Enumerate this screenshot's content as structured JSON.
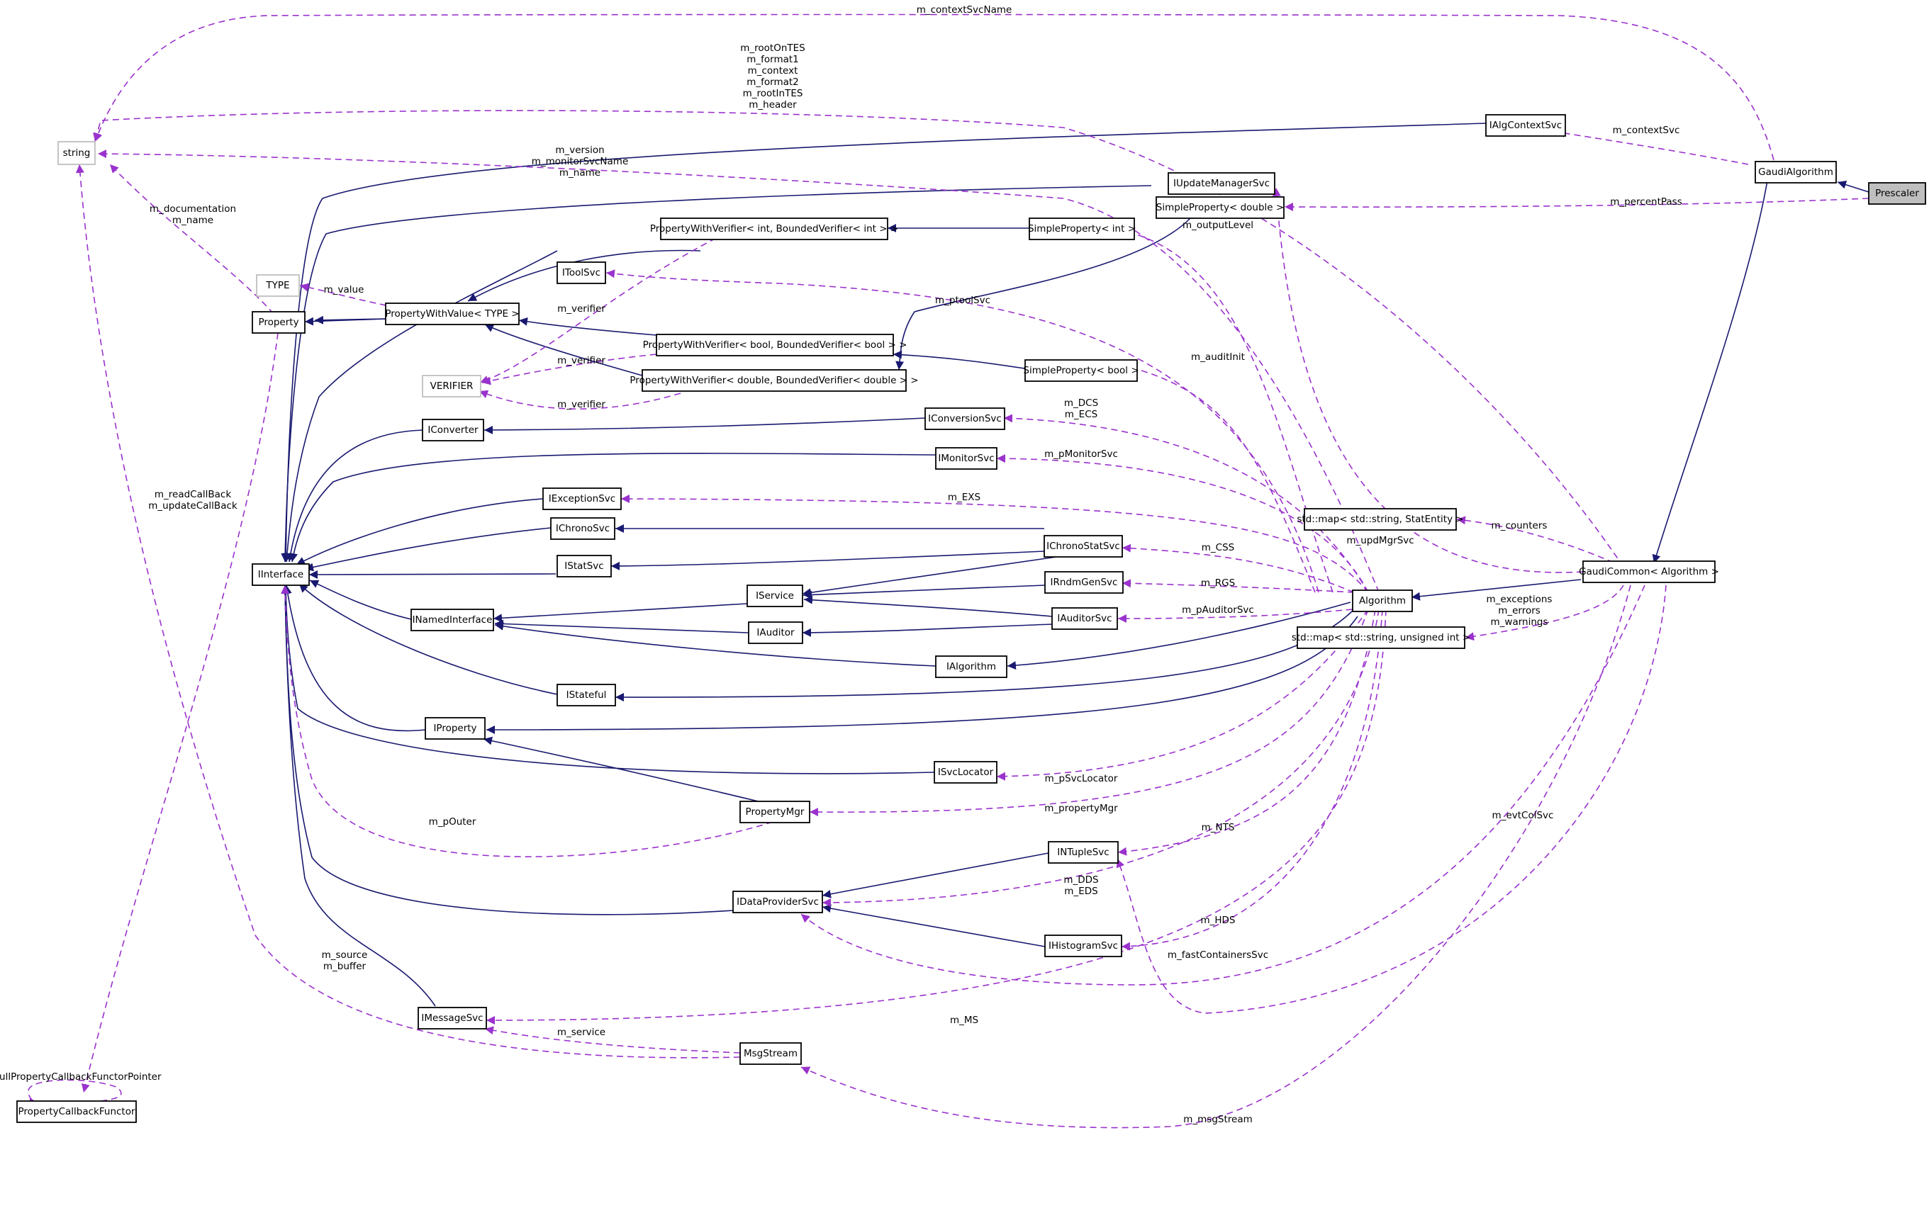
{
  "nodes": {
    "string": "string",
    "type": "TYPE",
    "property": "Property",
    "verifier": "VERIFIER",
    "iinterface": "IInterface",
    "propcb": "PropertyCallbackFunctor",
    "ialgcontextsvc": "IAlgContextSvc",
    "iupdatemanagersvc": "IUpdateManagerSvc",
    "simpleprop_double": "SimpleProperty< double >",
    "gaudialgorithm": "GaudiAlgorithm",
    "prescaler": "Prescaler",
    "ptoolsvc": "IToolSvc",
    "pwv_int": "PropertyWithVerifier< int, BoundedVerifier< int > >",
    "simpleprop_int": "SimpleProperty< int >",
    "pwv_type": "PropertyWithValue< TYPE >",
    "pwv_bool": "PropertyWithVerifier< bool, BoundedVerifier< bool > >",
    "pwv_double": "PropertyWithVerifier< double, BoundedVerifier< double > >",
    "simpleprop_bool": "SimpleProperty< bool >",
    "iconverter": "IConverter",
    "iconversionsvc": "IConversionSvc",
    "imonitorsvc": "IMonitorSvc",
    "iexceptionsvc": "IExceptionSvc",
    "ichronosvc": "IChronoSvc",
    "ichronostatsvc": "IChronoStatSvc",
    "map_stat": "std::map< std::string, StatEntity >",
    "istatsvc": "IStatSvc",
    "irndmgensvc": "IRndmGenSvc",
    "iservice": "IService",
    "gaudicommon": "GaudiCommon< Algorithm >",
    "algorithm": "Algorithm",
    "inamedinterface": "INamedInterface",
    "iauditorsvc": "IAuditorSvc",
    "iauditor": "IAuditor",
    "map_uint": "std::map< std::string, unsigned int >",
    "ialgorithm": "IAlgorithm",
    "istateful": "IStateful",
    "iproperty": "IProperty",
    "isvclocator": "ISvcLocator",
    "propertymgr": "PropertyMgr",
    "intuplesvc": "INTupleSvc",
    "idataprovidersvc": "IDataProviderSvc",
    "ihistogramsvc": "IHistogramSvc",
    "imessagesvc": "IMessageSvc",
    "msgstream": "MsgStream"
  },
  "edge_labels": {
    "context_svc_name": "m_contextSvcName",
    "root_group": [
      "m_rootOnTES",
      "m_format1",
      "m_context",
      "m_format2",
      "m_rootInTES",
      "m_header"
    ],
    "context_svc": "m_contextSvc",
    "version_group": [
      "m_version",
      "m_monitorSvcName",
      "m_name"
    ],
    "percent_pass": "m_percentPass",
    "doc_group": [
      "m_documentation",
      "m_name"
    ],
    "output_level": "m_outputLevel",
    "value": "m_value",
    "verifier_int": "m_verifier",
    "ptoolsvc": "m_ptoolSvc",
    "verifier_bool": "m_verifier",
    "audit_init": "m_auditInit",
    "verifier_double": "m_verifier",
    "dcs_group": [
      "m_DCS",
      "m_ECS"
    ],
    "pmonitorsvc": "m_pMonitorSvc",
    "callback_group": [
      "m_readCallBack",
      "m_updateCallBack"
    ],
    "exs": "m_EXS",
    "counters": "m_counters",
    "updmgrsvc": "m_updMgrSvc",
    "css": "m_CSS",
    "rgs": "m_RGS",
    "exceptions_group": [
      "m_exceptions",
      "m_errors",
      "m_warnings"
    ],
    "pauditorsvc": "m_pAuditorSvc",
    "psvclocator": "m_pSvcLocator",
    "propertymgr": "m_propertyMgr",
    "pouter": "m_pOuter",
    "evtcolsvc": "m_evtColSvc",
    "nts": "m_NTS",
    "dds_group": [
      "m_DDS",
      "m_EDS"
    ],
    "hds": "m_HDS",
    "source_group": [
      "m_source",
      "m_buffer"
    ],
    "fastcontainers": "m_fastContainersSvc",
    "ms": "m_MS",
    "service": "m_service",
    "nullptr_functor": "nullPropertyCallbackFunctorPointer",
    "msgstream": "m_msgStream"
  },
  "colors": {
    "inheritance": "#191970",
    "usage": "#9a32cd",
    "node_border": "#000000",
    "template_border": "#bfbfbf",
    "highlight_fill": "#bfbfbf"
  }
}
